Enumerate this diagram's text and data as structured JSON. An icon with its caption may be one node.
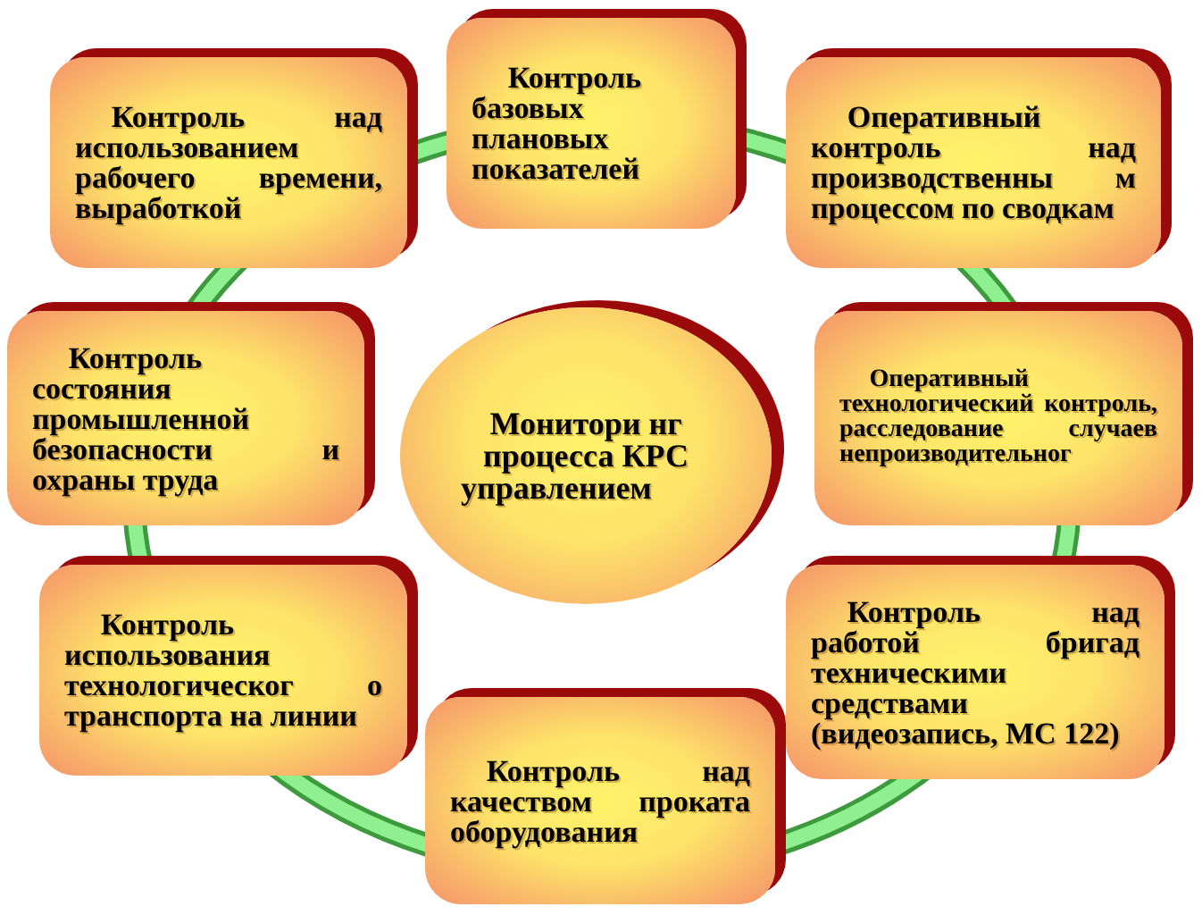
{
  "diagram": {
    "nodes": [
      {
        "text": [
          "Контроль над использованием рабочего времени, выработкой"
        ]
      },
      {
        "text": [
          "Контроль базовых плановых показателей"
        ]
      },
      {
        "text": [
          "Оперативный контроль над производственны м процессом по сводкам"
        ]
      },
      {
        "text": [
          "Контроль состояния промышленной безопасности и охраны труда"
        ]
      },
      {
        "text": [
          "Монитори нг процесса КРС управлением"
        ]
      },
      {
        "text": [
          "Оперативный технологический контроль, расследование случаев непроизводительног"
        ]
      },
      {
        "text": [
          "Контроль использования технологическог о транспорта на линии"
        ]
      },
      {
        "text": [
          "Контроль над работой бригад техническими средствами (видеозапись, МС 122)"
        ]
      },
      {
        "text": [
          "Контроль над качеством проката оборудования"
        ]
      }
    ]
  }
}
